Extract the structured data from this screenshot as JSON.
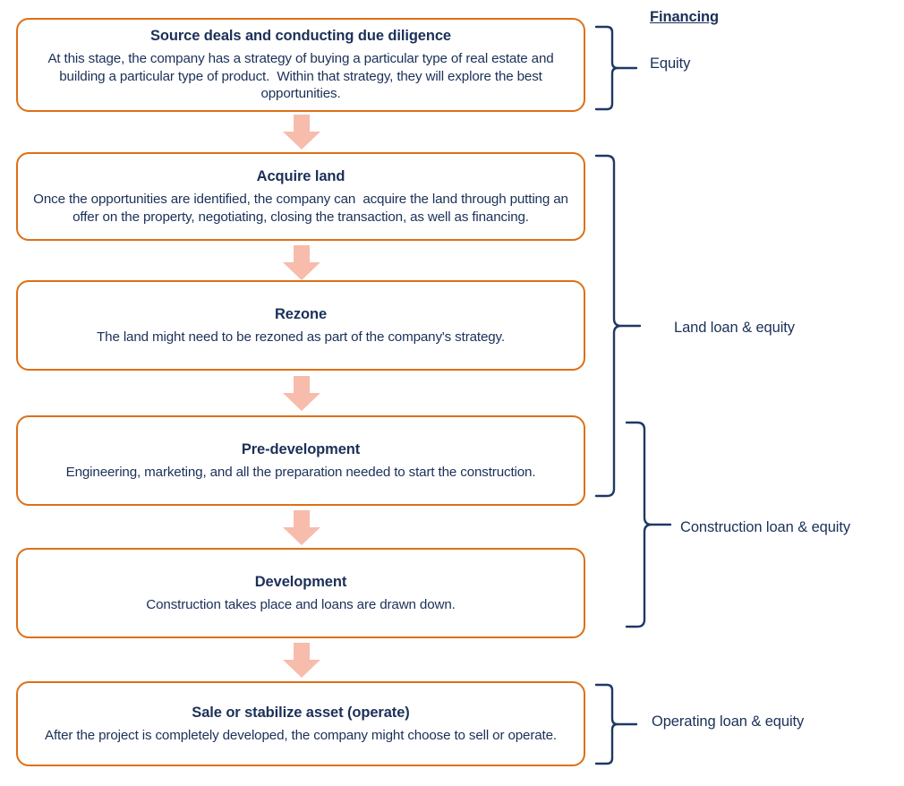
{
  "diagram": {
    "title_visible": false,
    "colors": {
      "box_border": "#DD7017",
      "text": "#1b3058",
      "arrow_fill": "#F7BCAC",
      "bracket_stroke": "#1F3864",
      "background": "#FFFFFF"
    }
  },
  "financing": {
    "header": "Financing",
    "labels": [
      {
        "id": "equity",
        "text": "Equity"
      },
      {
        "id": "land-loan-equity",
        "text": "Land loan & equity"
      },
      {
        "id": "construction-loan-equity",
        "text": "Construction loan & equity"
      },
      {
        "id": "operating-loan-equity",
        "text": "Operating loan & equity"
      }
    ]
  },
  "stages": [
    {
      "id": "source-deals",
      "title": "Source deals and conducting due diligence",
      "description": "At this stage, the company has a strategy of buying a particular type of real estate and building a particular type of product.  Within that strategy, they will explore the best opportunities."
    },
    {
      "id": "acquire-land",
      "title": "Acquire land",
      "description": "Once the opportunities are identified, the company can  acquire the land through putting an offer on the property, negotiating, closing the transaction, as well as financing."
    },
    {
      "id": "rezone",
      "title": "Rezone",
      "description": "The land might need to be rezoned as part of the company's strategy."
    },
    {
      "id": "pre-development",
      "title": "Pre-development",
      "description": "Engineering, marketing, and all the preparation needed to start the construction."
    },
    {
      "id": "development",
      "title": "Development",
      "description": "Construction takes place and loans are drawn down."
    },
    {
      "id": "sale-or-stabilize",
      "title": "Sale or stabilize asset (operate)",
      "description": "After the project is completely developed, the company might choose to sell or operate."
    }
  ],
  "connectors": [
    {
      "id": "arrow-1",
      "from": "source-deals",
      "to": "acquire-land",
      "icon": "down-arrow-icon"
    },
    {
      "id": "arrow-2",
      "from": "acquire-land",
      "to": "rezone",
      "icon": "down-arrow-icon"
    },
    {
      "id": "arrow-3",
      "from": "rezone",
      "to": "pre-development",
      "icon": "down-arrow-icon"
    },
    {
      "id": "arrow-4",
      "from": "pre-development",
      "to": "development",
      "icon": "down-arrow-icon"
    },
    {
      "id": "arrow-5",
      "from": "development",
      "to": "sale-or-stabilize",
      "icon": "down-arrow-icon"
    }
  ]
}
